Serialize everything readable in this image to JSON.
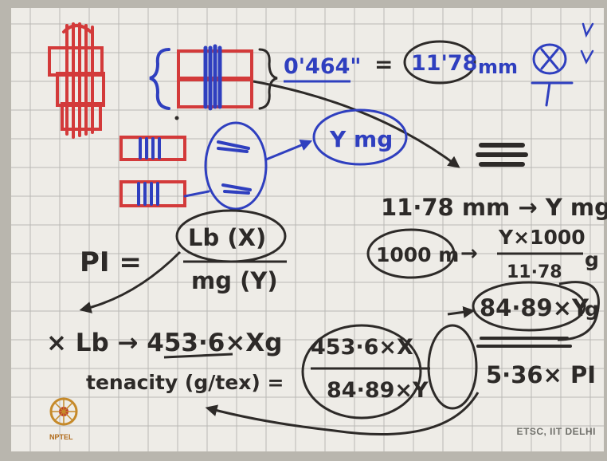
{
  "top_equation": {
    "length_inch": "0'464\"",
    "equals": "=",
    "length_mm": "11'78",
    "unit": "mm"
  },
  "weight_label": "Y mg",
  "conversion": {
    "line1": "11·78 mm → Y mg",
    "line2_left": "1000 m",
    "line2_arrow": "→",
    "fraction_num": "Y×1000",
    "fraction_den": "11·78",
    "fraction_unit": "g",
    "result": "84·89×Y",
    "result_unit": "g"
  },
  "pi": {
    "label": "PI =",
    "numerator": "Lb (X)",
    "denominator": "mg (Y)"
  },
  "x_line": "× Lb → 453·6×Xg",
  "tenacity": {
    "label": "tenacity (g/tex) =",
    "numerator": "453·6×X",
    "denominator": "84·89×Y",
    "result": "5·36× PI"
  },
  "footer": {
    "credit": "ETSC, IIT DELHI",
    "logo_text": "NPTEL"
  },
  "colors": {
    "paper": "#eeece7",
    "grid": "#b9b8b4",
    "ink_black": "#2d2a28",
    "ink_blue": "#2f3fbf",
    "ink_red": "#d33a3a"
  }
}
